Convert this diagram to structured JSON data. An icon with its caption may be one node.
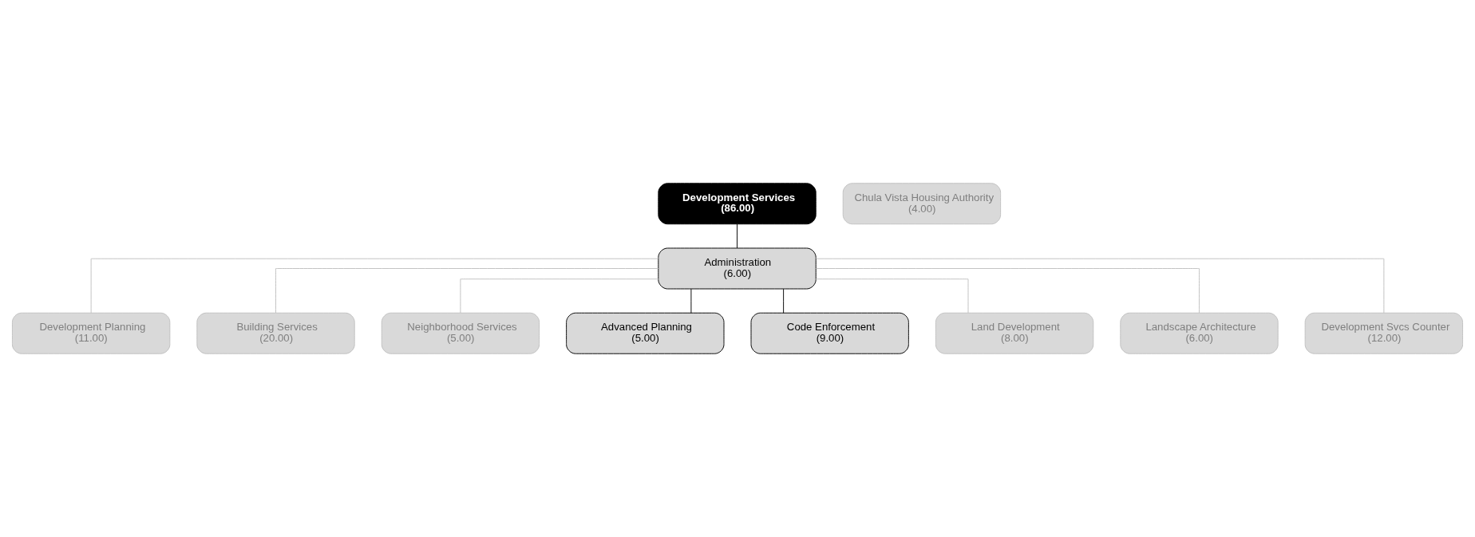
{
  "diagram": {
    "nodes": [
      {
        "text": [
          "Development Services",
          "(86.00)"
        ]
      },
      {
        "text": [
          "Chula Vista Housing Authority",
          "(4.00)"
        ]
      },
      {
        "text": [
          "Administration",
          "(6.00)"
        ]
      },
      {
        "text": [
          "Development Planning",
          "(11.00)"
        ]
      },
      {
        "text": [
          "Building Services",
          "(20.00)"
        ]
      },
      {
        "text": [
          "Neighborhood Services",
          "(5.00)"
        ]
      },
      {
        "text": [
          "Advanced Planning",
          "(5.00)"
        ]
      },
      {
        "text": [
          "Code Enforcement",
          "(9.00)"
        ]
      },
      {
        "text": [
          "Land Development",
          "(8.00)"
        ]
      },
      {
        "text": [
          "Landscape Architecture",
          "(6.00)"
        ]
      },
      {
        "text": [
          "Development Svcs Counter",
          "(12.00)"
        ]
      }
    ],
    "edges": [
      {
        "from": 0,
        "to": 2,
        "arrow": "none",
        "color": "#000000"
      },
      {
        "from": 2,
        "to": 3,
        "arrow": "none"
      },
      {
        "from": 2,
        "to": 4,
        "arrow": "none"
      },
      {
        "from": 2,
        "to": 5,
        "arrow": "none"
      },
      {
        "from": 2,
        "to": 6,
        "arrow": "none",
        "color": "#000000"
      },
      {
        "from": 2,
        "to": 7,
        "arrow": "none",
        "color": "#000000"
      },
      {
        "from": 2,
        "to": 8,
        "arrow": "none"
      },
      {
        "from": 2,
        "to": 9,
        "arrow": "none"
      },
      {
        "from": 2,
        "to": 10,
        "arrow": "none"
      }
    ]
  }
}
